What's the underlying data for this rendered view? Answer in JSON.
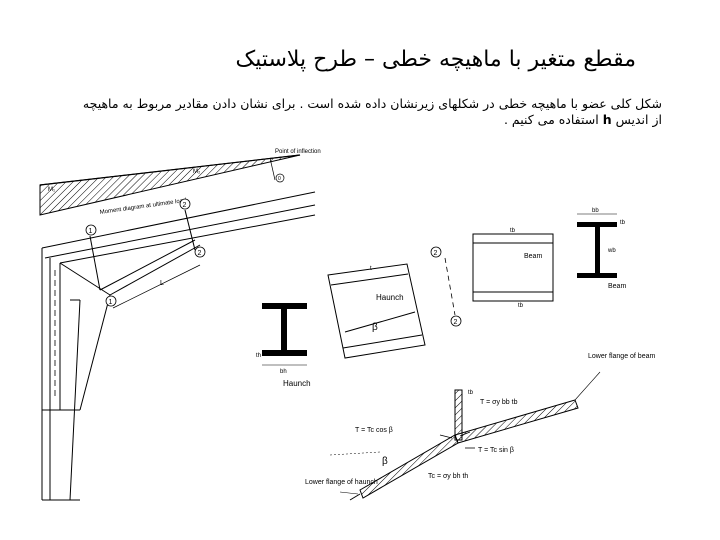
{
  "slide": {
    "title": "مقطع متغیر با ماهیچه خطی – طرح پلاستیک",
    "para_line1": "شکل کلی عضو با ماهیچه خطی در شکلهای زیرنشان داده شده است . برای نشان دادن مقادیر مربوط به ماهیچه",
    "para_line2_pre": "از اندیس ",
    "para_h": "h",
    "para_line2_post": " استفاده می کنیم ."
  },
  "figure": {
    "moment_label": "Moment diagram at ultimate load",
    "point_label": "Point of inflection",
    "m1": "M₁",
    "m2": "M₂",
    "marker_1": "1",
    "marker_2": "2",
    "marker_0": "0",
    "L_label": "L",
    "haunch_label": "Haunch",
    "haunch_section_label": "Haunch",
    "beam_label": "Beam",
    "beam_section_label": "Beam",
    "beta": "β",
    "lower_flange_beam": "Lower flange of beam",
    "lower_flange_haunch": "Lower flange of haunch",
    "eq_T": "T = σy bb tb",
    "eq_Tccos": "T = Tc cos β",
    "eq_Tcsin": "T = Tc sin β",
    "eq_Tc": "Tc = σy bh th",
    "tb": "tb",
    "bb": "bb",
    "wb": "wb",
    "th": "th",
    "bh": "bh",
    "t": "t"
  }
}
